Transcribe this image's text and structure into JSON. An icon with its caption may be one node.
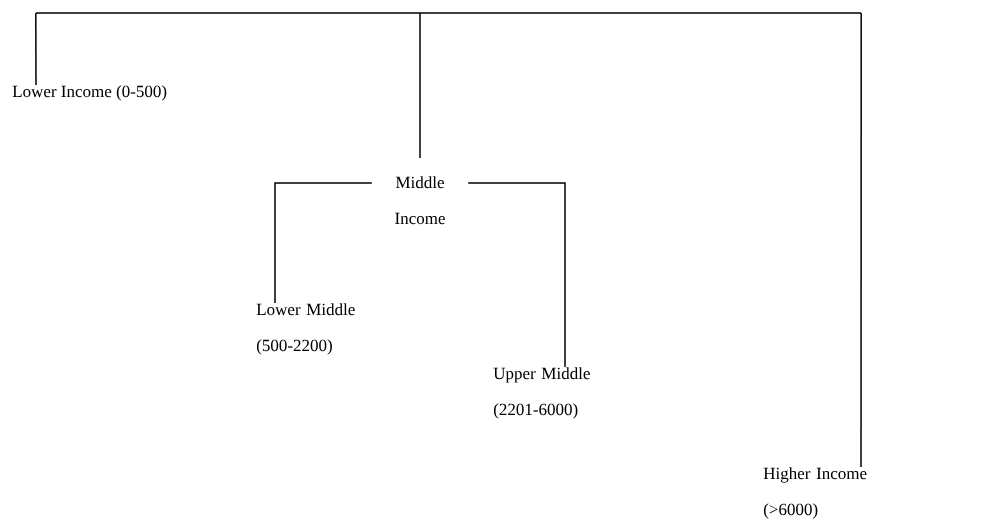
{
  "diagram": {
    "nodes": [
      {
        "text": [],
        "shape": "bar"
      },
      {
        "text": [
          "Lower Income (0-500)"
        ]
      },
      {
        "text": [
          "Middle Income"
        ]
      },
      {
        "text": [
          "Lower Middle (500-2200)"
        ]
      },
      {
        "text": [
          "Upper Middle (2201-6000)"
        ]
      },
      {
        "text": [
          "Higher Income (>6000)"
        ]
      }
    ],
    "edges": [
      {
        "from": 0,
        "to": 1,
        "arrow": "none"
      },
      {
        "from": 0,
        "to": 2,
        "arrow": "none"
      },
      {
        "from": 0,
        "to": 5,
        "arrow": "none"
      },
      {
        "from": 2,
        "to": 3,
        "arrow": "none"
      },
      {
        "from": 2,
        "to": 4,
        "arrow": "none"
      }
    ]
  }
}
